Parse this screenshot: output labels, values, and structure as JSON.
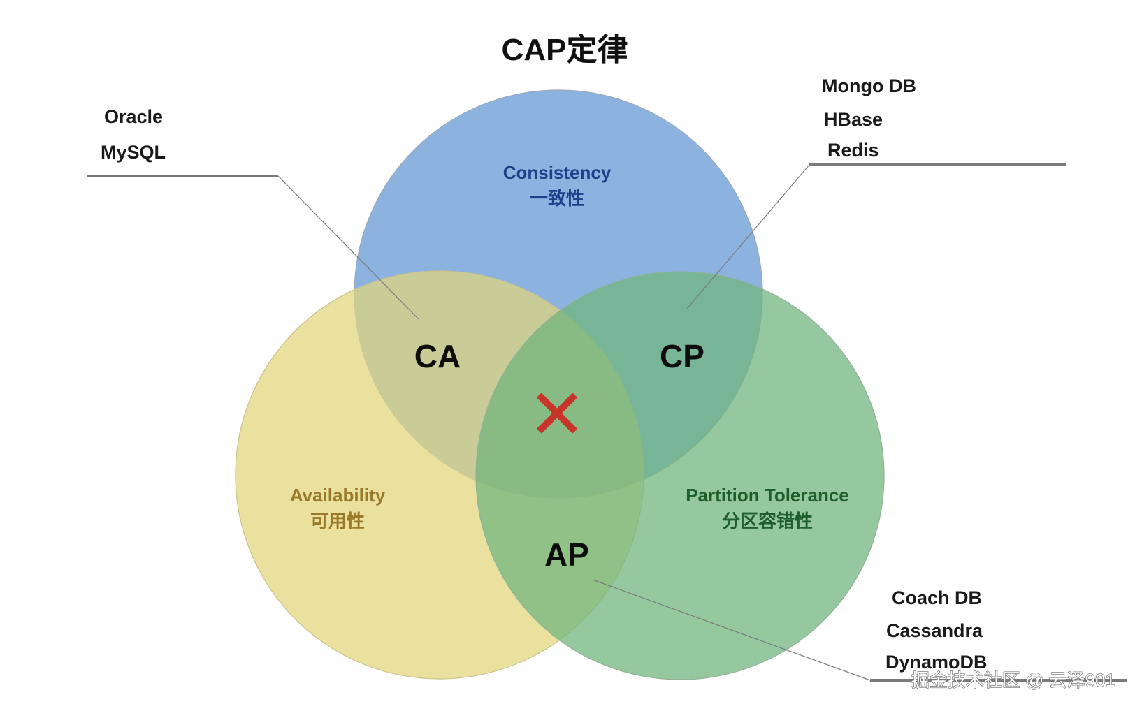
{
  "title": "CAP定律",
  "circles": {
    "consistency": {
      "name_en": "Consistency",
      "name_cn": "一致性",
      "fill": "#6f9fd8",
      "text_color": "#1f3f8a"
    },
    "availability": {
      "name_en": "Availability",
      "name_cn": "可用性",
      "fill": "#e2d67a",
      "text_color": "#9a7a2a"
    },
    "partition": {
      "name_en": "Partition Tolerance",
      "name_cn": "分区容错性",
      "fill": "#72b57d",
      "text_color": "#1e5e2a"
    }
  },
  "zones": {
    "ca": "CA",
    "cp": "CP",
    "ap": "AP",
    "center_mark": "✕",
    "center_mark_color": "#c8342a"
  },
  "systems": {
    "ca": [
      "Oracle",
      "MySQL"
    ],
    "cp": [
      "Mongo DB",
      "HBase",
      "Redis"
    ],
    "ap": [
      "Coach DB",
      "Cassandra",
      "DynamoDB"
    ]
  },
  "watermark": "掘金技术社区 @ 云泽901"
}
